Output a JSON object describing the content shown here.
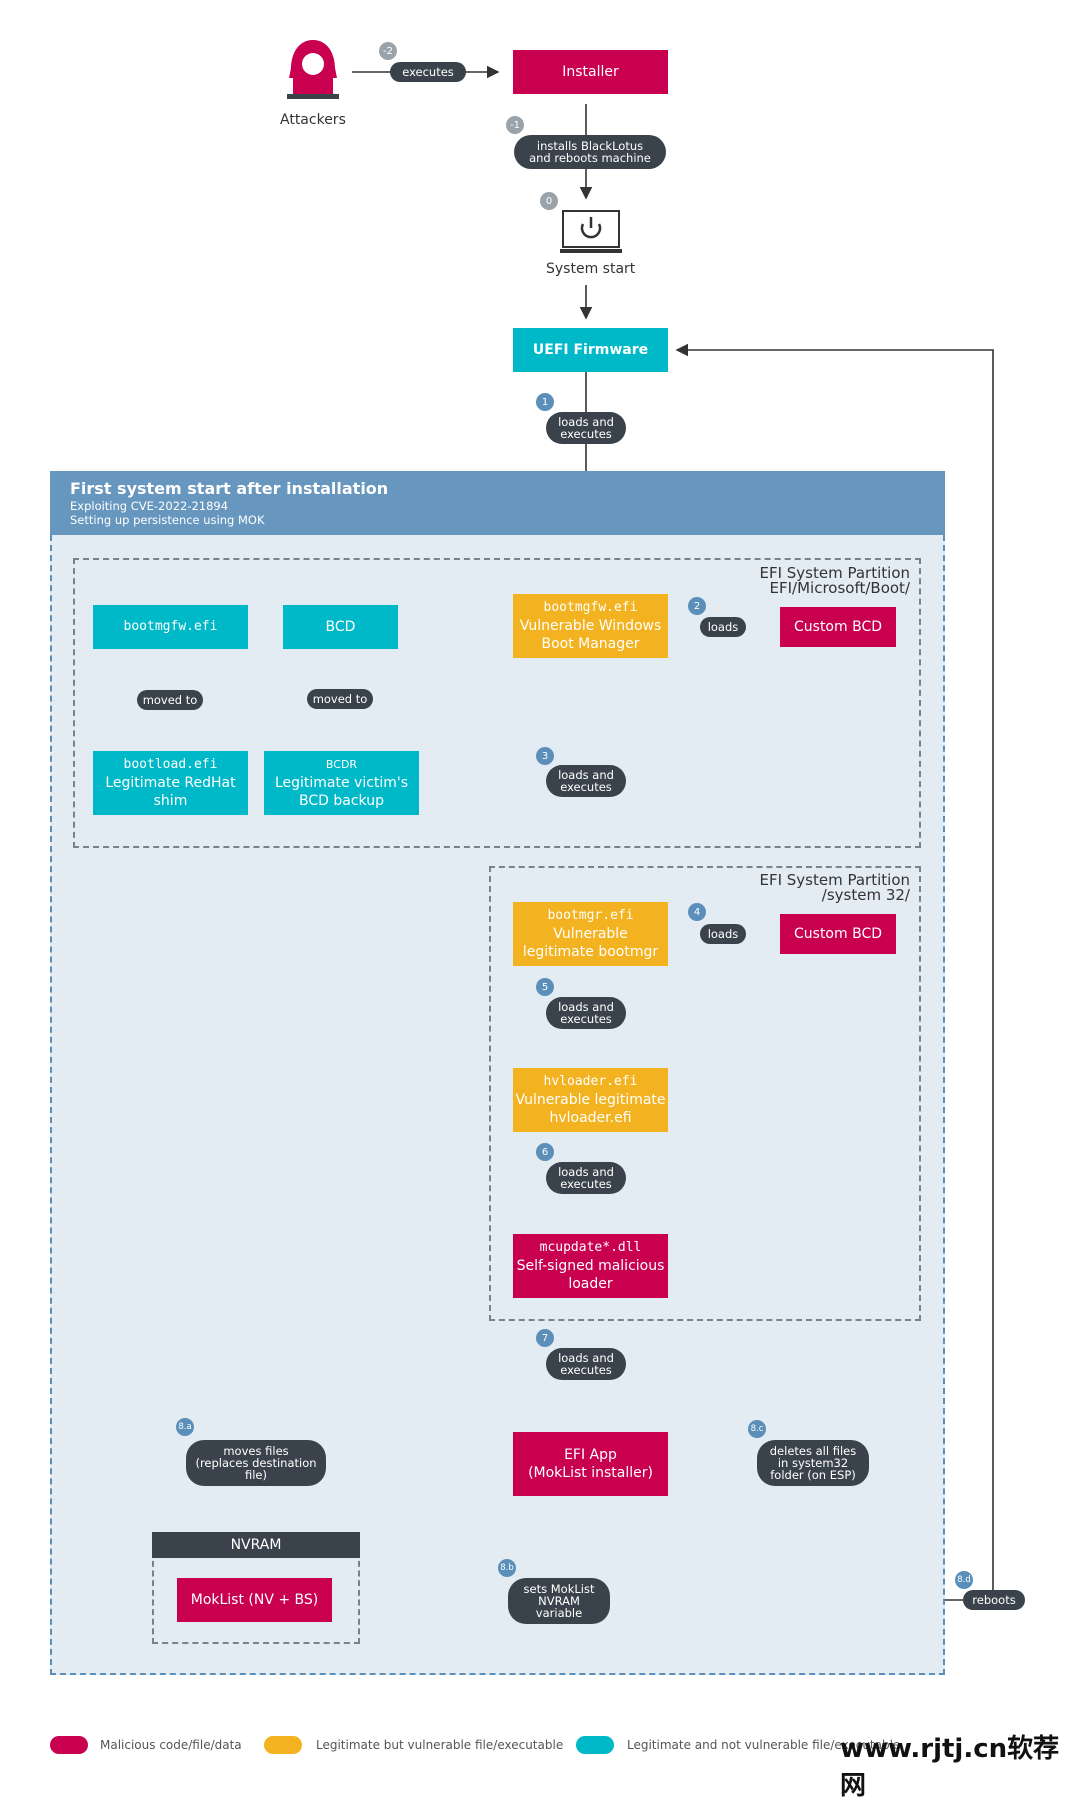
{
  "colors": {
    "malicious": "#c8004f",
    "vulnerable": "#f3b21f",
    "legitimate": "#00b9c8",
    "dark": "#3a434b",
    "section_header": "#6796be",
    "section_bg": "#e3ebf3"
  },
  "top": {
    "attackers": "Attackers",
    "attacker_icon": "hooded-hacker-icon",
    "executes": "executes",
    "installer": "Installer",
    "installs_line1": "installs BlackLotus",
    "installs_line2": "and reboots machine",
    "system_start": "System start",
    "power_icon": "power-laptop-icon",
    "uefi": "UEFI Firmware",
    "loads": "loads and",
    "executes2": "executes",
    "steps": {
      "s_minus2": "-2",
      "s_minus1": "-1",
      "s0": "0",
      "s1": "1"
    }
  },
  "section": {
    "title": "First system start after installation",
    "line1": "Exploiting CVE-2022-21894",
    "line2": "Setting up persistence using MOK"
  },
  "partition1": {
    "title1": "EFI System Partition",
    "title2": "EFI/Microsoft/Boot/",
    "bootmgfw_moved": "bootmgfw.efi",
    "bcd_moved": "BCD",
    "moved_to": "moved to",
    "bootload_file": "bootload.efi",
    "bootload_desc1": "Legitimate RedHat",
    "bootload_desc2": "shim",
    "bcdr_file": "BCDR",
    "bcdr_desc1": "Legitimate victim's",
    "bcdr_desc2": "BCD backup",
    "bootmgfw_file": "bootmgfw.efi",
    "bootmgfw_desc1": "Vulnerable Windows",
    "bootmgfw_desc2": "Boot Manager",
    "loads": "loads",
    "custom_bcd": "Custom BCD",
    "step2": "2"
  },
  "mid": {
    "step3": "3",
    "l1": "loads and",
    "l2": "executes"
  },
  "partition2": {
    "title1": "EFI System Partition",
    "title2": "/system 32/",
    "bootmgr_file": "bootmgr.efi",
    "bootmgr_desc1": "Vulnerable",
    "bootmgr_desc2": "legitimate bootmgr",
    "loads": "loads",
    "custom_bcd": "Custom BCD",
    "step4": "4",
    "step5": "5",
    "step6": "6",
    "hvloader_file": "hvloader.efi",
    "hvloader_desc1": "Vulnerable legitimate",
    "hvloader_desc2": "hvloader.efi",
    "mcupdate_file": "mcupdate*.dll",
    "mcupdate_desc1": "Self-signed malicious",
    "mcupdate_desc2": "loader",
    "l1": "loads and",
    "l2": "executes"
  },
  "bottom": {
    "step7": "7",
    "l1": "loads and",
    "l2": "executes",
    "efi_app1": "EFI App",
    "efi_app2": "(MokList installer)",
    "step8a": "8.a",
    "moves1": "moves files",
    "moves2": "(replaces destination",
    "moves3": "file)",
    "step8c": "8.c",
    "del1": "deletes all files",
    "del2": "in system32",
    "del3": "folder (on ESP)",
    "step8b": "8.b",
    "sets1": "sets MokList",
    "sets2": "NVRAM",
    "sets3": "variable",
    "step8d": "8.d",
    "reboots": "reboots",
    "nvram": "NVRAM",
    "moklist": "MokList (NV + BS)"
  },
  "legend": {
    "malicious": "Malicious code/file/data",
    "vulnerable": "Legitimate but vulnerable file/executable",
    "legitimate": "Legitimate and not vulnerable file/executable"
  },
  "watermark": "www.rjtj.cn软荐网"
}
